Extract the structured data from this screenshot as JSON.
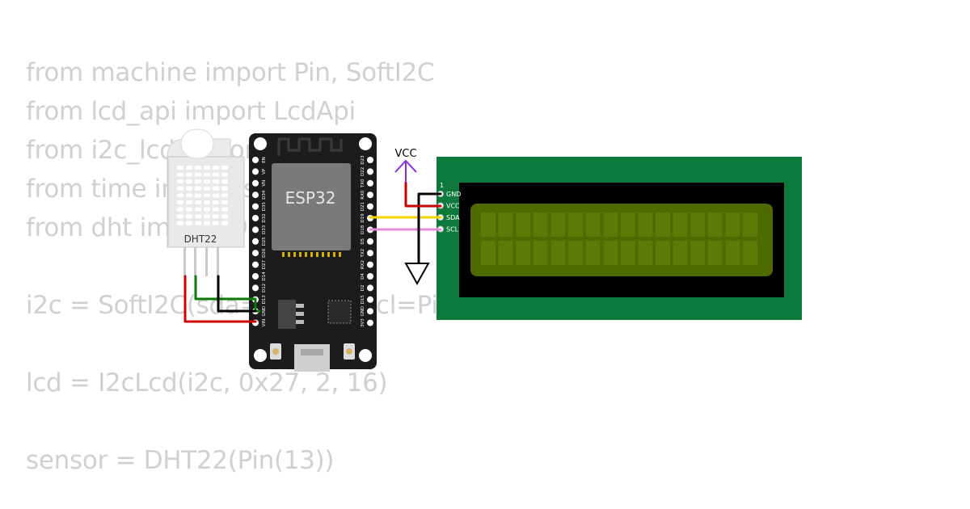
{
  "code_lines": [
    "from machine import Pin, SoftI2C",
    "from lcd_api import LcdApi",
    "from i2c_lcd import I2cLcd",
    "from time import sleep",
    "from dht import DHT22",
    "",
    "i2c = SoftI2C(sda=Pin(21), scl=Pin(22))",
    "",
    "lcd = I2cLcd(i2c, 0x27, 2, 16)",
    "",
    "sensor = DHT22(Pin(13))"
  ],
  "dht": {
    "label": "DHT22"
  },
  "esp32": {
    "label": "ESP32",
    "left_pins": [
      "EN",
      "VP",
      "VN",
      "D34",
      "D35",
      "D32",
      "D33",
      "D25",
      "D26",
      "D27",
      "D14",
      "D12",
      "D13",
      "GND",
      "VIN"
    ],
    "right_pins": [
      "D23",
      "D22",
      "TX0",
      "RX0",
      "D21",
      "D19",
      "D18",
      "D5",
      "TX2",
      "RX2",
      "D4",
      "D2",
      "D15",
      "GND",
      "3V3"
    ]
  },
  "lcd": {
    "pin_number": "1",
    "pins": [
      "GND",
      "VCC",
      "SDA",
      "SCL"
    ]
  },
  "vcc_label": "VCC",
  "colors": {
    "board": "#1c1c1c",
    "chip": "#7a7a7a",
    "lcd_pcb": "#0d7a3c",
    "lcd_screen": "#4f6b00",
    "wire_vcc": "#cc0000",
    "wire_gnd": "#000000",
    "wire_sda": "#f2d200",
    "wire_scl": "#e58ad6",
    "wire_data": "#0a7a0a",
    "vcc_symbol": "#8a2be2"
  }
}
